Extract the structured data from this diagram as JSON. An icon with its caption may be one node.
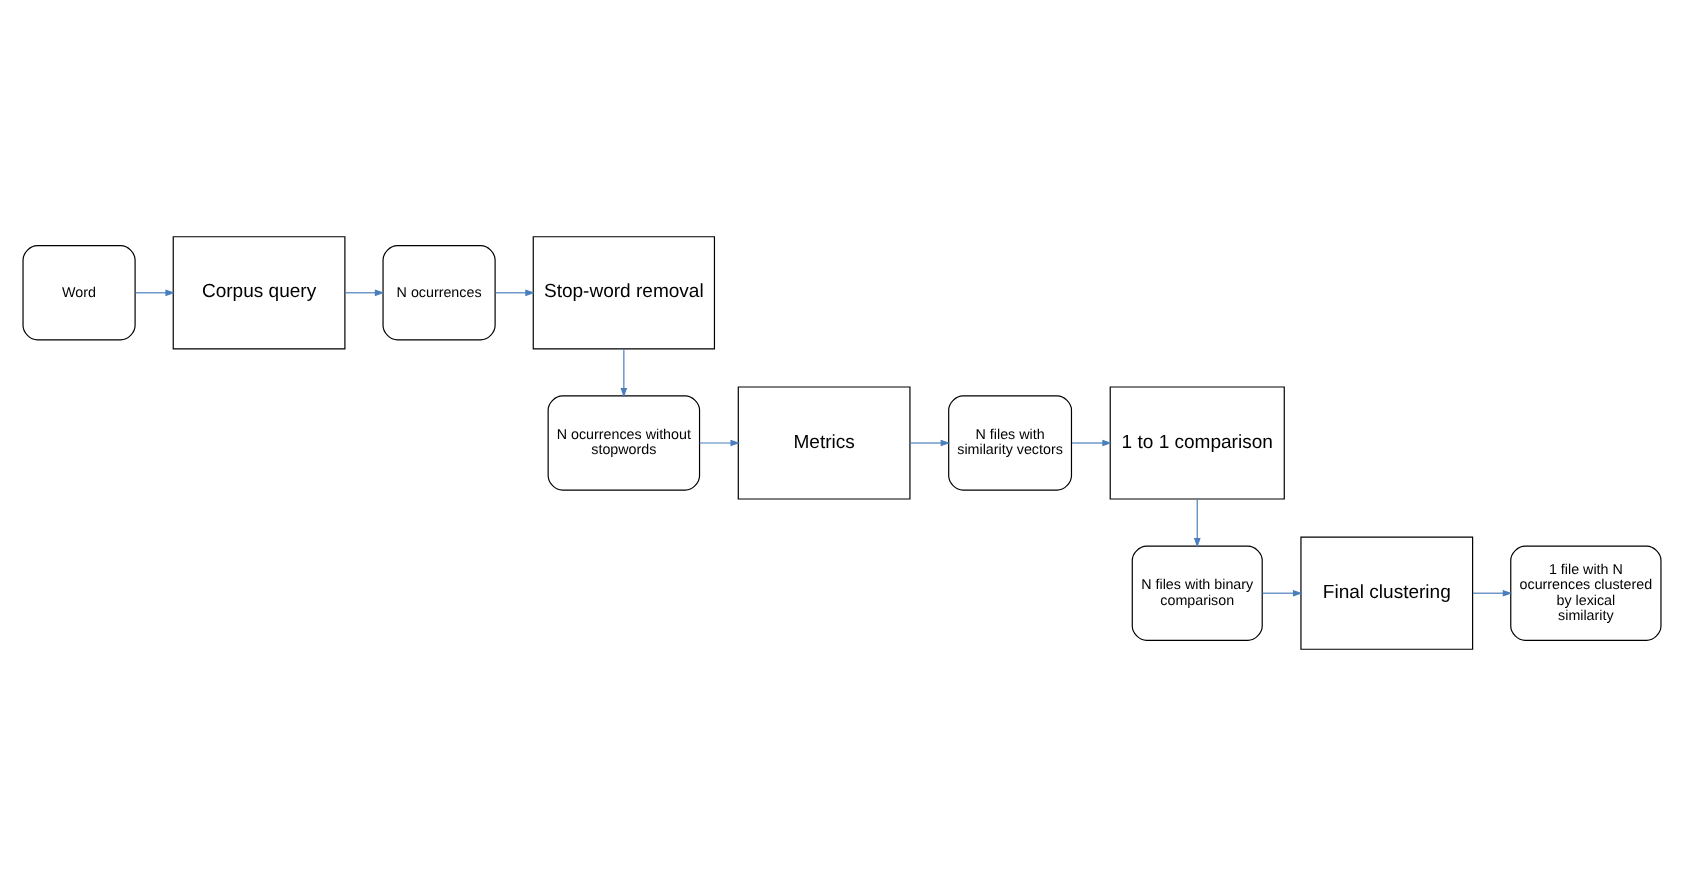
{
  "diagram": {
    "nodes": [
      {
        "text": [
          "Word"
        ]
      },
      {
        "text": [
          "Corpus query"
        ]
      },
      {
        "text": [
          "N ocurrences"
        ]
      },
      {
        "text": [
          "Stop-word removal"
        ]
      },
      {
        "text": [
          "N ocurrences without stopwords"
        ]
      },
      {
        "text": [
          "Metrics"
        ]
      },
      {
        "text": [
          "N files with similarity vectors"
        ]
      },
      {
        "text": [
          "1 to 1 comparison"
        ]
      },
      {
        "text": [
          "N files with binary comparison"
        ]
      },
      {
        "text": [
          "Final clustering"
        ]
      },
      {
        "text": [
          "1 file with N ocurrences clustered by lexical similarity"
        ]
      }
    ],
    "edges": [
      {
        "from": 0,
        "to": 1,
        "arrow": "to"
      },
      {
        "from": 1,
        "to": 2,
        "arrow": "to"
      },
      {
        "from": 2,
        "to": 3,
        "arrow": "to"
      },
      {
        "from": 3,
        "to": 4,
        "arrow": "to"
      },
      {
        "from": 4,
        "to": 5,
        "arrow": "to"
      },
      {
        "from": 5,
        "to": 6,
        "arrow": "to"
      },
      {
        "from": 6,
        "to": 7,
        "arrow": "to"
      },
      {
        "from": 7,
        "to": 8,
        "arrow": "to"
      },
      {
        "from": 8,
        "to": 9,
        "arrow": "to"
      },
      {
        "from": 9,
        "to": 10,
        "arrow": "to"
      }
    ]
  }
}
